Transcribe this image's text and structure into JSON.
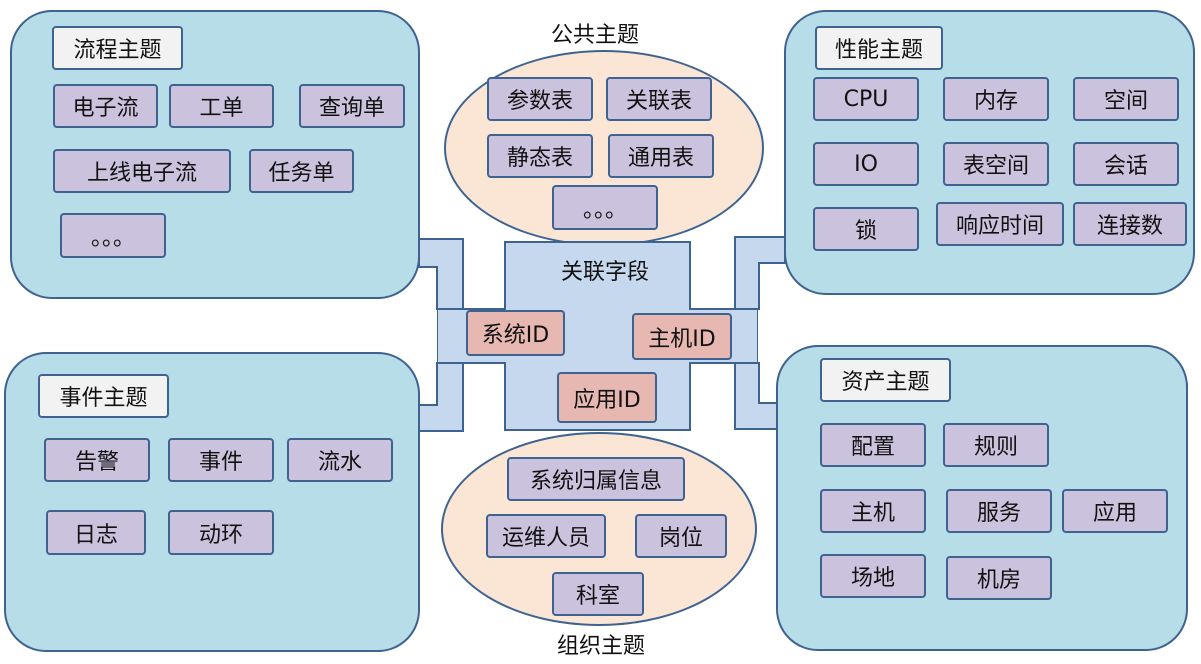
{
  "process_theme": {
    "title": "流程主题",
    "items": [
      "电子流",
      "工单",
      "查询单",
      "上线电子流",
      "任务单",
      "。。。"
    ]
  },
  "public_theme": {
    "title": "公共主题",
    "items": [
      "参数表",
      "关联表",
      "静态表",
      "通用表",
      "。。。"
    ]
  },
  "performance_theme": {
    "title": "性能主题",
    "items": [
      "CPU",
      "内存",
      "空间",
      "IO",
      "表空间",
      "会话",
      "锁",
      "响应时间",
      "连接数"
    ]
  },
  "center": {
    "title": "关联字段",
    "keys": [
      "系统ID",
      "主机ID",
      "应用ID"
    ]
  },
  "event_theme": {
    "title": "事件主题",
    "items": [
      "告警",
      "事件",
      "流水",
      "日志",
      "动环"
    ]
  },
  "org_theme": {
    "title": "组织主题",
    "items": [
      "系统归属信息",
      "运维人员",
      "岗位",
      "科室"
    ]
  },
  "asset_theme": {
    "title": "资产主题",
    "items": [
      "配置",
      "规则",
      "主机",
      "服务",
      "应用",
      "场地",
      "机房"
    ]
  },
  "colors": {
    "panel_fill": "#b7dde8",
    "ellipse_fill": "#fbe5d5",
    "item_fill": "#cbc3de",
    "key_fill": "#e7b8b2",
    "connector_fill": "#c6d8ee",
    "outline": "#3f6390"
  }
}
